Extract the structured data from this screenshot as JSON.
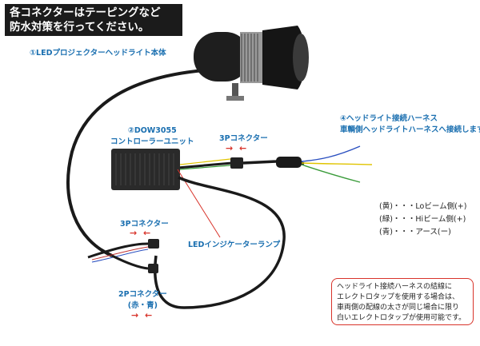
{
  "banner": {
    "line1": "各コネクターはテーピングなど",
    "line2": "防水対策を行ってください。"
  },
  "labels": {
    "headlight_body": "①LEDプロジェクターヘッドライト本体",
    "controller_line1": "②DOW3055",
    "controller_line2": "コントローラーユニット",
    "connector_3p_top": "3Pコネクター",
    "connector_3p_mid": "3Pコネクター",
    "led_indicator": "LEDインジケーターランプ",
    "connector_2p_line1": "2Pコネクター",
    "connector_2p_line2": "(赤・青)",
    "harness_line1": "④ヘッドライト接続ハーネス",
    "harness_line2": "車輌側ヘッドライトハーネスへ接続します"
  },
  "wire_legend": [
    "(黄)・・・Loビーム側(+)",
    "(緑)・・・Hiビーム側(+)",
    "(青)・・・アース(ー)"
  ],
  "note": {
    "lines": [
      "ヘッドライト接続ハーネスの結線に",
      "エレクトロタップを使用する場合は、",
      "車両側の配線の太さが同じ場合に限り",
      "白いエレクトロタップが使用可能です。"
    ]
  },
  "arrows": {
    "pair": "→ ←"
  },
  "colors": {
    "accent_blue": "#1a6fb0",
    "accent_red": "#d8332a",
    "wire_yellow": "#e0c400",
    "wire_green": "#3a9b3a",
    "wire_blue": "#2a4fc0"
  }
}
